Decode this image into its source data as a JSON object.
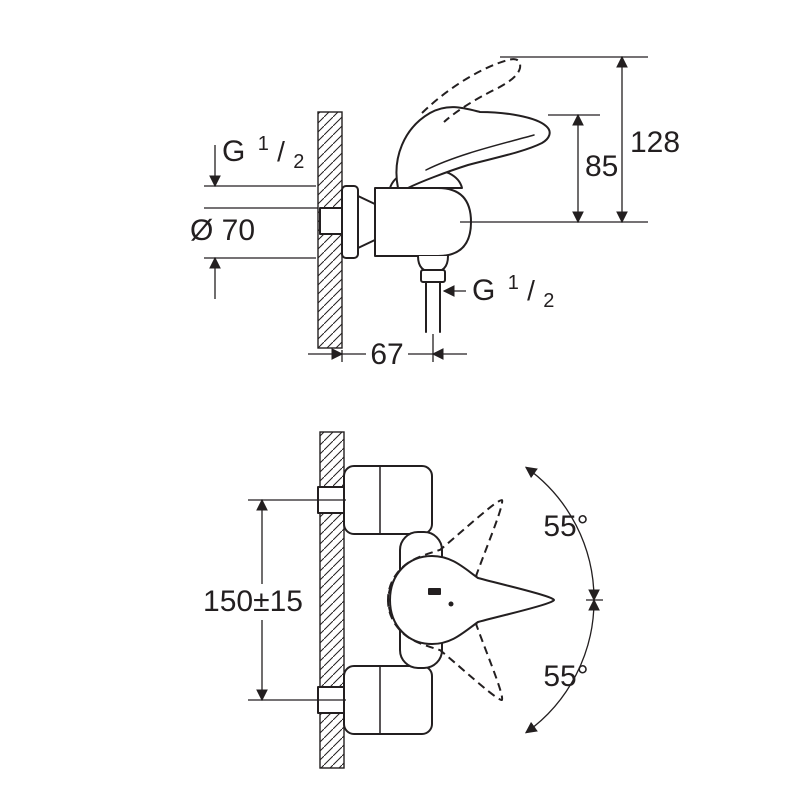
{
  "colors": {
    "ink": "#231f20",
    "bg": "#ffffff"
  },
  "side_view": {
    "inlet_thread": {
      "prefix": "G",
      "numerator": "1",
      "slash": "/",
      "denominator": "2"
    },
    "escutcheon_diameter": "Ø 70",
    "overall_height": "128",
    "lever_height": "85",
    "outlet_thread": {
      "prefix": "G",
      "numerator": "1",
      "slash": "/",
      "denominator": "2"
    },
    "wall_to_outlet": "67"
  },
  "plan_view": {
    "connection_spacing": "150±15",
    "swivel_angle_up": "55°",
    "swivel_angle_down": "55°"
  }
}
